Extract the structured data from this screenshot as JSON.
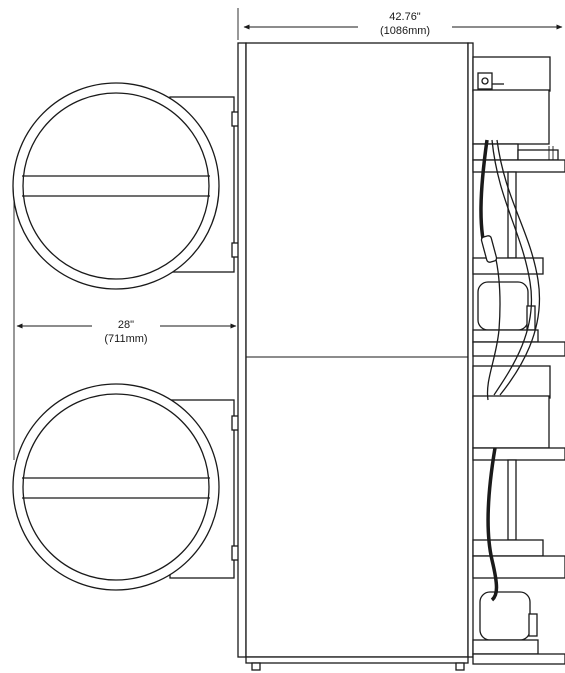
{
  "dimensions": {
    "width": {
      "inches": "42.76\"",
      "mm": "(1086mm)"
    },
    "height": {
      "inches": "28\"",
      "mm": "(711mm)"
    }
  },
  "colors": {
    "line": "#1a1a1a",
    "background": "#ffffff"
  }
}
